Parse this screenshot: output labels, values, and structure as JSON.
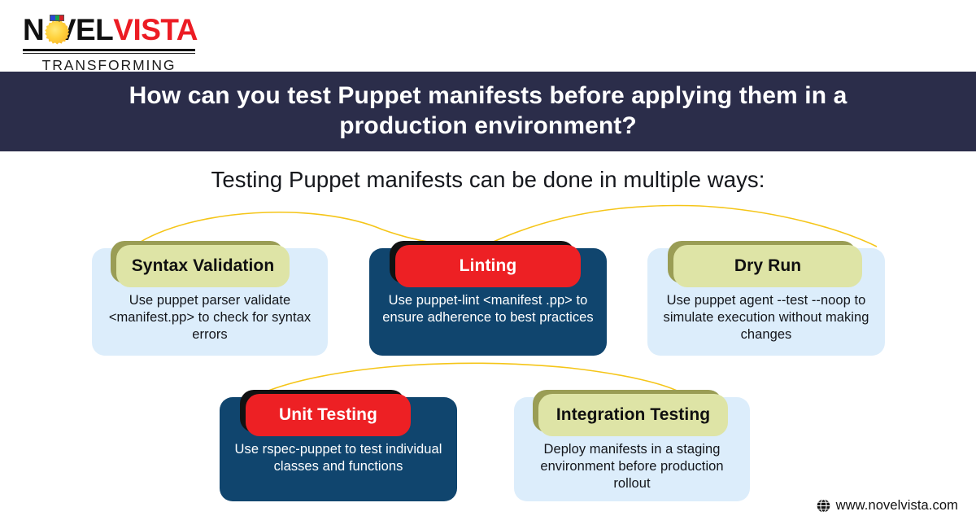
{
  "brand": {
    "logo": {
      "part1": "N",
      "orb_icon": "sun-burst-icon",
      "part2": "VEL",
      "part3": "VISTA",
      "tagline": "TRANSFORMING SKILLS"
    }
  },
  "banner": {
    "title": "How can you test Puppet manifests before applying them in a production environment?",
    "bg_color": "#2b2d4a",
    "text_color": "#ffffff"
  },
  "subtitle": "Testing Puppet manifests can be done in multiple ways:",
  "colors": {
    "light_card_bg": "#dcedfb",
    "light_pill_bg": "#dee4a6",
    "light_pill_shadow": "#9a9d55",
    "dark_card_bg": "#10456e",
    "dark_pill_bg": "#ed2024",
    "dark_pill_shadow": "#121212",
    "connector_line": "#f5c518",
    "brand_red": "#ec1c24"
  },
  "cards": [
    {
      "id": "syntax-validation",
      "title": "Syntax Validation",
      "description": "Use puppet parser validate <manifest.pp> to check for syntax errors",
      "theme": "light"
    },
    {
      "id": "linting",
      "title": "Linting",
      "description": "Use puppet-lint <manifest .pp> to ensure adherence to best practices",
      "theme": "dark"
    },
    {
      "id": "dry-run",
      "title": "Dry Run",
      "description": "Use puppet agent --test --noop to simulate execution without making changes",
      "theme": "light"
    },
    {
      "id": "unit-testing",
      "title": "Unit Testing",
      "description": "Use rspec-puppet to test individual classes and functions",
      "theme": "dark"
    },
    {
      "id": "integration-testing",
      "title": "Integration Testing",
      "description": "Deploy manifests in a staging environment before production rollout",
      "theme": "light"
    }
  ],
  "footer": {
    "globe_icon": "globe-icon",
    "url": "www.novelvista.com"
  }
}
